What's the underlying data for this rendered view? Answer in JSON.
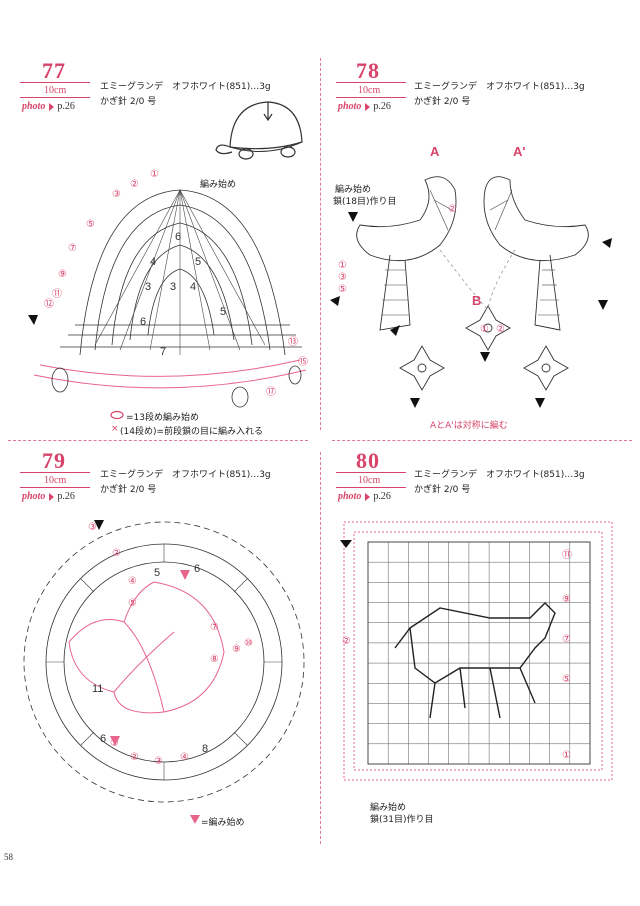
{
  "page_number": "58",
  "colors": {
    "accent": "#d8436a",
    "ink": "#222222",
    "pink_stitch": "#e8648a"
  },
  "patterns": [
    {
      "number": "77",
      "size": "10cm",
      "photo_label": "photo",
      "photo_page": "p.26",
      "yarn": "エミーグランデ　オフホワイト(851)…3g",
      "hook": "かぎ針 2/0 号",
      "start_label": "編み始め",
      "legend_1": "=13段め編み始め",
      "legend_2": "(14段め)=前段鎖の目に編み入れる",
      "row_markers": [
        "①",
        "②",
        "③",
        "⑤",
        "⑦",
        "⑨",
        "⑪",
        "⑫",
        "⑬",
        "⑮",
        "⑰"
      ]
    },
    {
      "number": "78",
      "size": "10cm",
      "photo_label": "photo",
      "photo_page": "p.26",
      "yarn": "エミーグランデ　オフホワイト(851)…3g",
      "hook": "かぎ針 2/0 号",
      "label_a": "A",
      "label_a_prime": "A'",
      "label_b": "B",
      "start_label": "編み始め",
      "start_detail": "鎖(18目)作り目",
      "note": "AとA'は対称に編む"
    },
    {
      "number": "79",
      "size": "10cm",
      "photo_label": "photo",
      "photo_page": "p.26",
      "yarn": "エミーグランデ　オフホワイト(851)…3g",
      "hook": "かぎ針 2/0 号",
      "legend": "=編み始め"
    },
    {
      "number": "80",
      "size": "10cm",
      "photo_label": "photo",
      "photo_page": "p.26",
      "yarn": "エミーグランデ　オフホワイト(851)…3g",
      "hook": "かぎ針 2/0 号",
      "start_label": "編み始め",
      "start_detail": "鎖(31目)作り目"
    }
  ]
}
